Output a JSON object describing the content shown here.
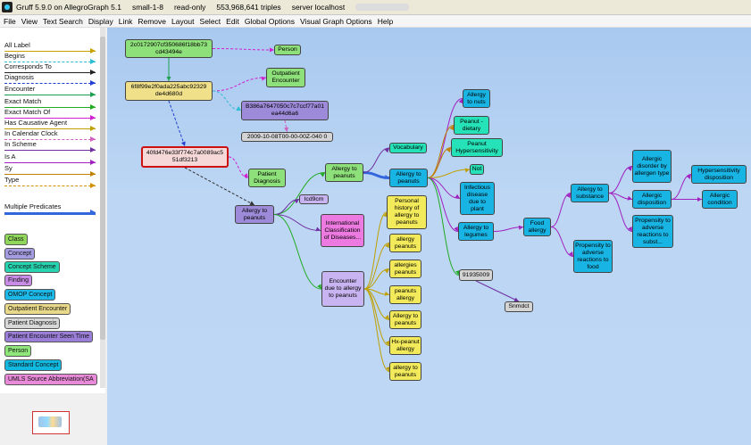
{
  "titlebar": {
    "app": "Gruff 5.9.0 on AllegroGraph 5.1",
    "db": "small-1-8",
    "mode": "read-only",
    "triples": "553,968,641 triples",
    "server": "server localhost"
  },
  "menu": [
    "File",
    "View",
    "Text Search",
    "Display",
    "Link",
    "Remove",
    "Layout",
    "Select",
    "Edit",
    "Global Options",
    "Visual Graph Options",
    "Help"
  ],
  "predicates": [
    {
      "label": "All Label",
      "color": "#c8a000",
      "style": "solid"
    },
    {
      "label": "Begins",
      "color": "#2bbbd4",
      "style": "dashed"
    },
    {
      "label": "Corresponds To",
      "color": "#222222",
      "style": "solid"
    },
    {
      "label": "Diagnosis",
      "color": "#1f3fd0",
      "style": "dashed"
    },
    {
      "label": "Encounter",
      "color": "#1fa050",
      "style": "solid"
    },
    {
      "label": "Exact Match",
      "color": "#22aa22",
      "style": "solid"
    },
    {
      "label": "Exact Match Of",
      "color": "#d020d0",
      "style": "solid"
    },
    {
      "label": "Has Causative Agent",
      "color": "#c0a000",
      "style": "solid"
    },
    {
      "label": "In Calendar Clock",
      "color": "#d060c0",
      "style": "dashed"
    },
    {
      "label": "In Scheme",
      "color": "#7030a0",
      "style": "solid"
    },
    {
      "label": "Is A",
      "color": "#a020c0",
      "style": "solid"
    },
    {
      "label": "Sy",
      "color": "#c08000",
      "style": "solid"
    },
    {
      "label": "Type",
      "color": "#d09000",
      "style": "dashed"
    },
    {
      "label": "Multiple Predicates",
      "color": "#3366dd",
      "style": "thick"
    }
  ],
  "classes": [
    {
      "label": "Class",
      "color": "#8fd65a"
    },
    {
      "label": "Concept",
      "color": "#a39ce0"
    },
    {
      "label": "Concept Scheme",
      "color": "#27d4b0"
    },
    {
      "label": "Finding",
      "color": "#c98de8"
    },
    {
      "label": "OMOP Concept",
      "color": "#1bb8e8"
    },
    {
      "label": "Outpatient Encounter",
      "color": "#e8d98a"
    },
    {
      "label": "Patient Diagnosis",
      "color": "#d8d8d8"
    },
    {
      "label": "Patient Encounter Seen Time",
      "color": "#9a7ed8"
    },
    {
      "label": "Person",
      "color": "#8fe67a"
    },
    {
      "label": "Standard Concept",
      "color": "#11b8e0"
    },
    {
      "label": "UMLS Source Abbreviation(SA",
      "color": "#e88ad8"
    }
  ],
  "colors": {
    "green": "#8ee07a",
    "yellow": "#f2ea5a",
    "cream": "#f0e08a",
    "purple": "#9d8ad8",
    "lilac": "#c8b4f0",
    "gray": "#d4d4d4",
    "pink": "#ec7ae0",
    "teal": "#26e2b8",
    "cyan": "#18b4e4",
    "lime": "#6fd860",
    "darkred": "#cc1111"
  },
  "nodes": [
    {
      "id": "n2c01",
      "label": "2c0172907cf350686f18bb73 cd43494e",
      "color": "#8ee07a"
    },
    {
      "id": "nPerson",
      "label": "Person",
      "color": "#8ee07a"
    },
    {
      "id": "n6f8f",
      "label": "6f8f99e2f0ada225abc92329 de4d680d",
      "color": "#f0e08a"
    },
    {
      "id": "nOutp",
      "label": "Outpatient Encounter",
      "color": "#8ee07a"
    },
    {
      "id": "nB386",
      "label": "B386a7647050c7c7ccf77a01 ea44d6a6",
      "color": "#9d8ad8"
    },
    {
      "id": "nDate",
      "label": "2009-10-08T00-00-00Z-040 0",
      "color": "#d4d4d4"
    },
    {
      "id": "n40fd",
      "label": "40fd476e33f774c7a0089ac5 51df3213",
      "color": "#f6d8d8"
    },
    {
      "id": "nPD",
      "label": "Patient Diagnosis",
      "color": "#8ee07a"
    },
    {
      "id": "nA2P",
      "label": "Allergy to peanuts",
      "color": "#9d8ad8"
    },
    {
      "id": "nAtoP1",
      "label": "Allergy to peanuts",
      "color": "#8ee07a"
    },
    {
      "id": "nIcd",
      "label": "Icd9cm",
      "color": "#c8b4f0"
    },
    {
      "id": "nICD",
      "label": "International Classification of Diseases...",
      "color": "#ec7ae0"
    },
    {
      "id": "nEnc",
      "label": "Encounter due to allergy to peanuts",
      "color": "#c8b4f0"
    },
    {
      "id": "nVocab",
      "label": "Vocabulary",
      "color": "#26e2b8"
    },
    {
      "id": "nAtoP2",
      "label": "Allergy to peanuts",
      "color": "#18b4e4"
    },
    {
      "id": "nNuts",
      "label": "Allergy to nuts",
      "color": "#18b4e4"
    },
    {
      "id": "nPeanutD",
      "label": "Peanut - dietary",
      "color": "#26e2b8"
    },
    {
      "id": "nPeanutH",
      "label": "Peanut Hypersensitivity",
      "color": "#26e2b8"
    },
    {
      "id": "nNot",
      "label": "Not",
      "color": "#26e2b8"
    },
    {
      "id": "nInfect",
      "label": "Infectious disease due to plant",
      "color": "#18b4e4"
    },
    {
      "id": "nLegumes",
      "label": "Allergy to legumes",
      "color": "#18b4e4"
    },
    {
      "id": "nFood",
      "label": "Food allergy",
      "color": "#18b4e4"
    },
    {
      "id": "nSubst",
      "label": "Allergy to substance",
      "color": "#18b4e4"
    },
    {
      "id": "nPropFood",
      "label": "Propensity to adverse reactions to food",
      "color": "#18b4e4"
    },
    {
      "id": "nDisorder",
      "label": "Allergic disorder by allergen type",
      "color": "#18b4e4"
    },
    {
      "id": "nDisp",
      "label": "Allergic disposition",
      "color": "#18b4e4"
    },
    {
      "id": "nPropSub",
      "label": "Propensity to adverse reactions to subst...",
      "color": "#18b4e4"
    },
    {
      "id": "nHyper",
      "label": "Hypersensitivity disposition",
      "color": "#18b4e4"
    },
    {
      "id": "nCond",
      "label": "Allergic condition",
      "color": "#18b4e4"
    },
    {
      "id": "n919",
      "label": "91935009",
      "color": "#d4d4d4"
    },
    {
      "id": "nSnomed",
      "label": "Snmdct",
      "color": "#d4d4d4"
    },
    {
      "id": "nPersonal",
      "label": "Personal history of allergy to peanuts",
      "color": "#f2ea5a"
    },
    {
      "id": "nY1",
      "label": "allergy peanuts",
      "color": "#f2ea5a"
    },
    {
      "id": "nY2",
      "label": "allergies peanuts",
      "color": "#f2ea5a"
    },
    {
      "id": "nY3",
      "label": "peanuts allergy",
      "color": "#f2ea5a"
    },
    {
      "id": "nY4",
      "label": "Allergy to peanuts",
      "color": "#f2ea5a"
    },
    {
      "id": "nY5",
      "label": "Hx-peanut allergy",
      "color": "#f2ea5a"
    },
    {
      "id": "nY6",
      "label": "allergy to peanuts",
      "color": "#f2ea5a"
    }
  ]
}
